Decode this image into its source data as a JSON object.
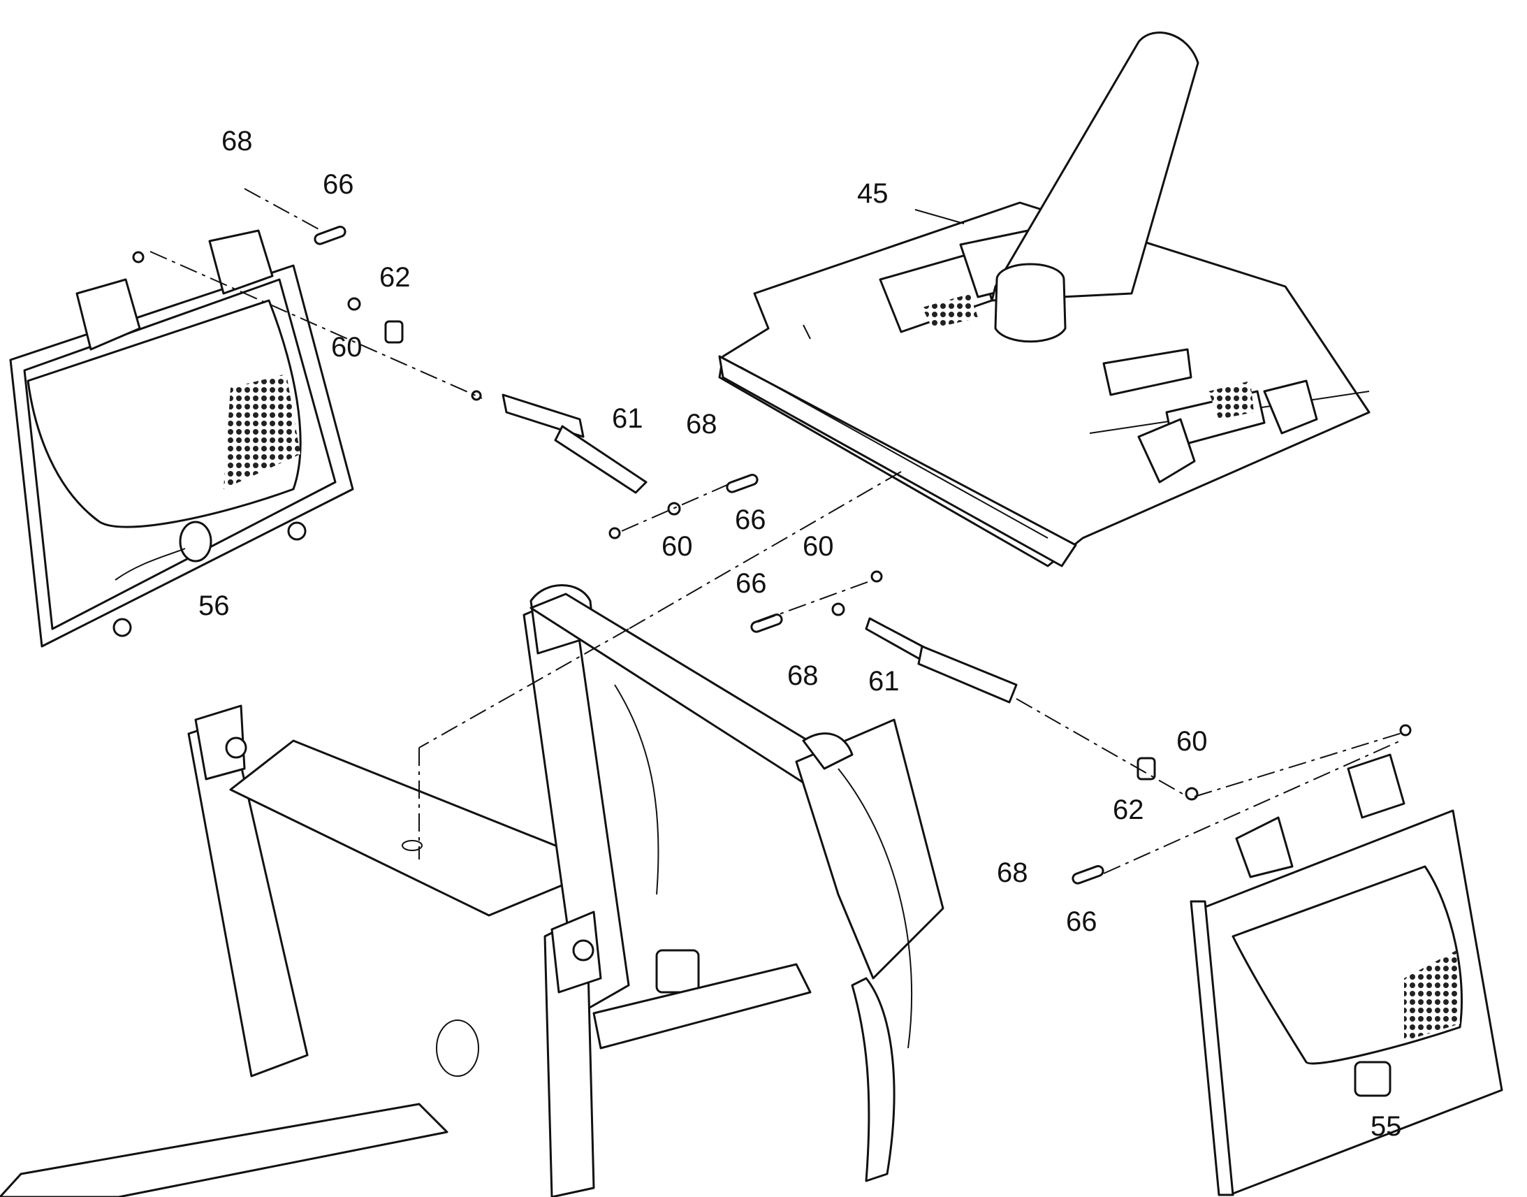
{
  "callouts": {
    "c68_top": "68",
    "c66_top": "66",
    "c62_top": "62",
    "c60_top": "60",
    "c56": "56",
    "c45": "45",
    "c61_upper": "61",
    "c68_mid": "68",
    "c60_mid": "60",
    "c66_mid": "66",
    "c60_mid2": "60",
    "c66_mid2": "66",
    "c68_mid2": "68",
    "c61_lower": "61",
    "c60_right": "60",
    "c62_right": "62",
    "c68_right": "68",
    "c66_right": "66",
    "c55": "55"
  }
}
